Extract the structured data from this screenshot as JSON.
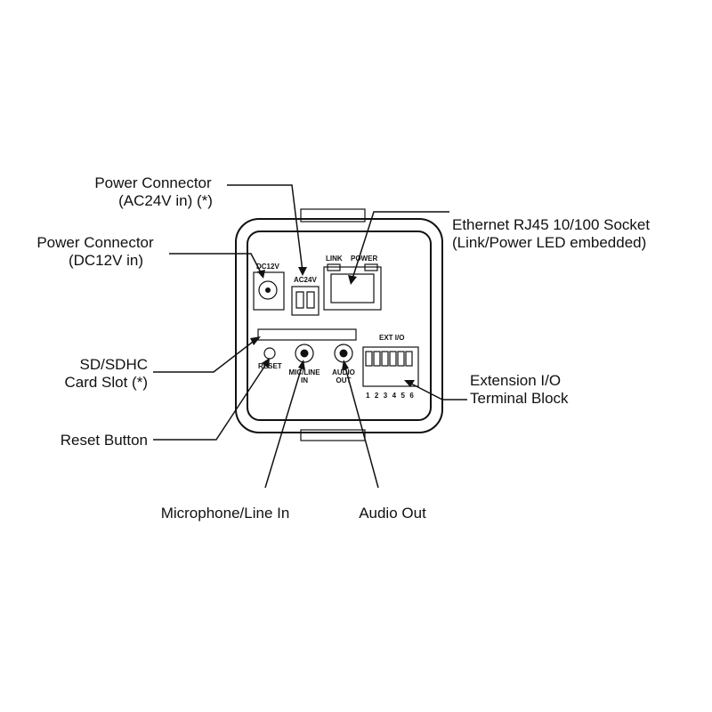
{
  "callouts": {
    "power_ac24v": [
      "Power Connector",
      "(AC24V in) (*)"
    ],
    "power_dc12v": [
      "Power Connector",
      "(DC12V in)"
    ],
    "ethernet": [
      "Ethernet  RJ45  10/100  Socket",
      "(Link/Power LED embedded)"
    ],
    "sd_card": [
      "SD/SDHC",
      "Card Slot (*)"
    ],
    "extension_io": [
      "Extension    I/O",
      "Terminal Block"
    ],
    "reset": "Reset Button",
    "microphone": "Microphone/Line In",
    "audio_out": "Audio Out"
  },
  "panel": {
    "dc12v": "DC12V",
    "ac24v": "AC24V",
    "link": "LINK",
    "power": "POWER",
    "ext_io": "EXT I/O",
    "reset": "RESET",
    "mic_line": [
      "MIC/LINE",
      "IN"
    ],
    "audio_out": [
      "AUDIO",
      "OUT"
    ],
    "terminal_numbers": "1 2 3 4 5 6"
  },
  "colors": {
    "line": "#111111",
    "background": "#ffffff"
  }
}
